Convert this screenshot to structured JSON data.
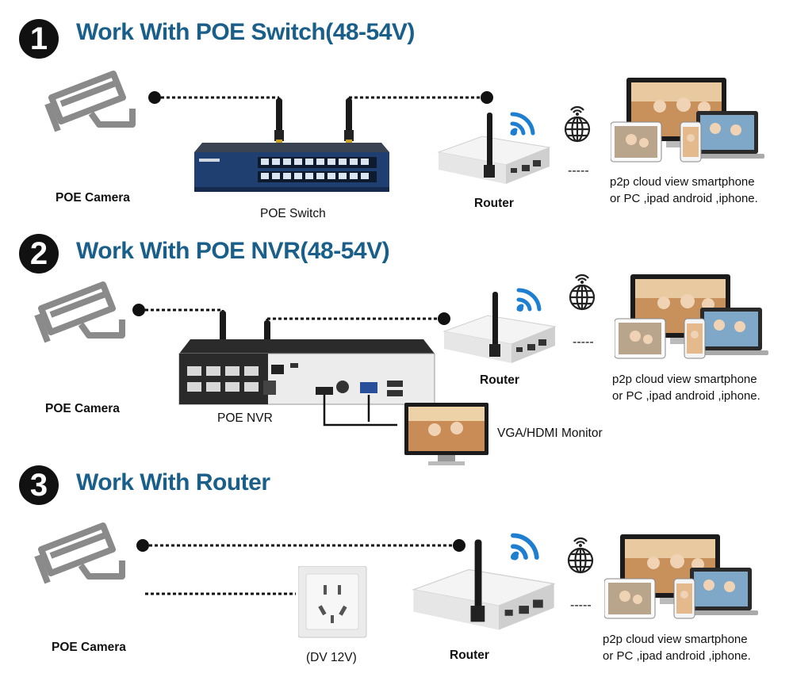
{
  "sections": [
    {
      "number": "1",
      "title": "Work With POE Switch(48-54V)",
      "camera_label": "POE Camera",
      "hub_label": "POE Switch",
      "router_label": "Router",
      "dashes": "-----",
      "caption_line1": "p2p cloud view smartphone",
      "caption_line2": "or PC ,ipad android ,iphone."
    },
    {
      "number": "2",
      "title": "Work With POE NVR(48-54V)",
      "camera_label": "POE Camera",
      "hub_label": "POE NVR",
      "router_label": "Router",
      "monitor_label": "VGA/HDMI Monitor",
      "dashes": "-----",
      "caption_line1": "p2p cloud view smartphone",
      "caption_line2": "or PC ,ipad android ,iphone."
    },
    {
      "number": "3",
      "title": "Work With Router",
      "camera_label": "POE Camera",
      "power_label": "(DV 12V)",
      "router_label": "Router",
      "dashes": "-----",
      "caption_line1": "p2p cloud view smartphone",
      "caption_line2": "or PC ,ipad android ,iphone."
    }
  ],
  "colors": {
    "heading": "#1a5f8a",
    "wifi": "#1e7fd0",
    "camera": "#8a8a8a"
  }
}
